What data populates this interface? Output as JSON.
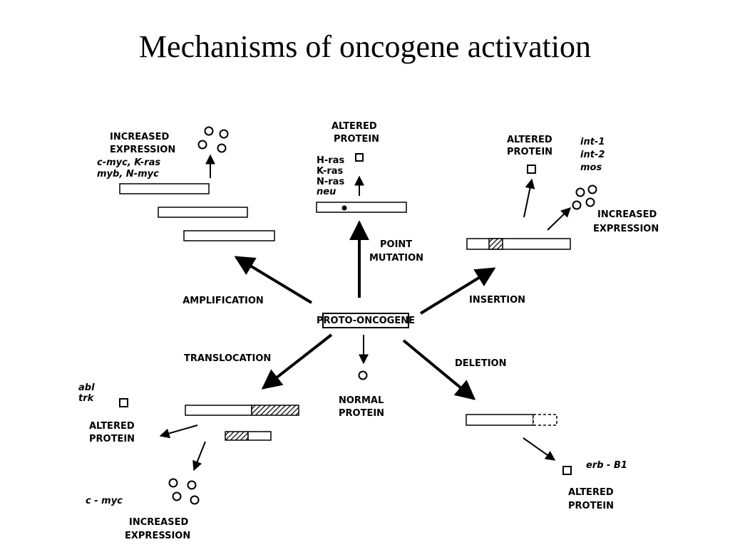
{
  "title": "Mechanisms of oncogene activation",
  "center": "PROTO-ONCOGENE",
  "amplification": {
    "label": "AMPLIFICATION",
    "result_line1": "INCREASED",
    "result_line2": "EXPRESSION",
    "genes_line1": "c-myc, K-ras",
    "genes_line2": "myb, N-myc"
  },
  "point_mutation": {
    "label_line1": "POINT",
    "label_line2": "MUTATION",
    "result_line1": "ALTERED",
    "result_line2": "PROTEIN",
    "genes": [
      "H-ras",
      "K-ras",
      "N-ras",
      "neu"
    ]
  },
  "insertion": {
    "label": "INSERTION",
    "altered_line1": "ALTERED",
    "altered_line2": "PROTEIN",
    "genes": [
      "int-1",
      "int-2",
      "mos"
    ],
    "increased_line1": "INCREASED",
    "increased_line2": "EXPRESSION"
  },
  "translocation": {
    "label": "TRANSLOCATION",
    "genes_altered": [
      "abl",
      "trk"
    ],
    "altered_line1": "ALTERED",
    "altered_line2": "PROTEIN",
    "gene_increased": "c - myc",
    "increased_line1": "INCREASED",
    "increased_line2": "EXPRESSION"
  },
  "normal": {
    "line1": "NORMAL",
    "line2": "PROTEIN"
  },
  "deletion": {
    "label": "DELETION",
    "gene": "erb - B1",
    "result_line1": "ALTERED",
    "result_line2": "PROTEIN"
  }
}
